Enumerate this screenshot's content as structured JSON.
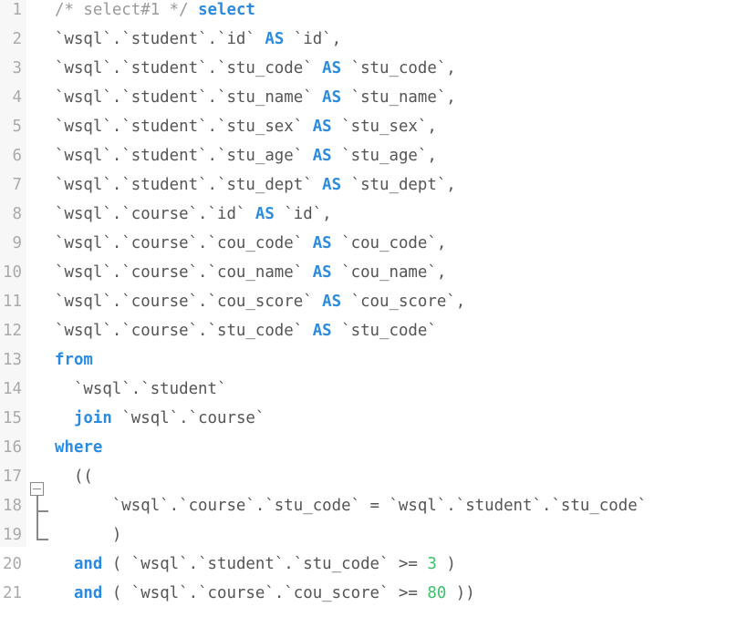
{
  "editor": {
    "lines": [
      {
        "n": "1",
        "segments": [
          {
            "t": "cm",
            "v": "/* select#1 */ "
          },
          {
            "t": "kw",
            "v": "select"
          }
        ]
      },
      {
        "n": "2",
        "segments": [
          {
            "t": "tx",
            "v": "`wsql`.`student`.`id` "
          },
          {
            "t": "kw",
            "v": "AS"
          },
          {
            "t": "tx",
            "v": " `id`,"
          }
        ]
      },
      {
        "n": "3",
        "segments": [
          {
            "t": "tx",
            "v": "`wsql`.`student`.`stu_code` "
          },
          {
            "t": "kw",
            "v": "AS"
          },
          {
            "t": "tx",
            "v": " `stu_code`,"
          }
        ]
      },
      {
        "n": "4",
        "segments": [
          {
            "t": "tx",
            "v": "`wsql`.`student`.`stu_name` "
          },
          {
            "t": "kw",
            "v": "AS"
          },
          {
            "t": "tx",
            "v": " `stu_name`,"
          }
        ]
      },
      {
        "n": "5",
        "segments": [
          {
            "t": "tx",
            "v": "`wsql`.`student`.`stu_sex` "
          },
          {
            "t": "kw",
            "v": "AS"
          },
          {
            "t": "tx",
            "v": " `stu_sex`,"
          }
        ]
      },
      {
        "n": "6",
        "segments": [
          {
            "t": "tx",
            "v": "`wsql`.`student`.`stu_age` "
          },
          {
            "t": "kw",
            "v": "AS"
          },
          {
            "t": "tx",
            "v": " `stu_age`,"
          }
        ]
      },
      {
        "n": "7",
        "segments": [
          {
            "t": "tx",
            "v": "`wsql`.`student`.`stu_dept` "
          },
          {
            "t": "kw",
            "v": "AS"
          },
          {
            "t": "tx",
            "v": " `stu_dept`,"
          }
        ]
      },
      {
        "n": "8",
        "segments": [
          {
            "t": "tx",
            "v": "`wsql`.`course`.`id` "
          },
          {
            "t": "kw",
            "v": "AS"
          },
          {
            "t": "tx",
            "v": " `id`,"
          }
        ]
      },
      {
        "n": "9",
        "segments": [
          {
            "t": "tx",
            "v": "`wsql`.`course`.`cou_code` "
          },
          {
            "t": "kw",
            "v": "AS"
          },
          {
            "t": "tx",
            "v": " `cou_code`,"
          }
        ]
      },
      {
        "n": "10",
        "segments": [
          {
            "t": "tx",
            "v": "`wsql`.`course`.`cou_name` "
          },
          {
            "t": "kw",
            "v": "AS"
          },
          {
            "t": "tx",
            "v": " `cou_name`,"
          }
        ]
      },
      {
        "n": "11",
        "segments": [
          {
            "t": "tx",
            "v": "`wsql`.`course`.`cou_score` "
          },
          {
            "t": "kw",
            "v": "AS"
          },
          {
            "t": "tx",
            "v": " `cou_score`,"
          }
        ]
      },
      {
        "n": "12",
        "segments": [
          {
            "t": "tx",
            "v": "`wsql`.`course`.`stu_code` "
          },
          {
            "t": "kw",
            "v": "AS"
          },
          {
            "t": "tx",
            "v": " `stu_code`"
          }
        ]
      },
      {
        "n": "13",
        "segments": [
          {
            "t": "kw",
            "v": "from"
          }
        ]
      },
      {
        "n": "14",
        "segments": [
          {
            "t": "tx",
            "v": "  `wsql`.`student`"
          }
        ]
      },
      {
        "n": "15",
        "segments": [
          {
            "t": "tx",
            "v": "  "
          },
          {
            "t": "kw",
            "v": "join"
          },
          {
            "t": "tx",
            "v": " `wsql`.`course`"
          }
        ]
      },
      {
        "n": "16",
        "segments": [
          {
            "t": "kw",
            "v": "where"
          }
        ]
      },
      {
        "n": "17",
        "segments": [
          {
            "t": "tx",
            "v": "  (("
          }
        ]
      },
      {
        "n": "18",
        "segments": [
          {
            "t": "tx",
            "v": "      `wsql`.`course`.`stu_code` = `wsql`.`student`.`stu_code`"
          }
        ]
      },
      {
        "n": "19",
        "segments": [
          {
            "t": "tx",
            "v": "      )"
          }
        ]
      },
      {
        "n": "20",
        "segments": [
          {
            "t": "tx",
            "v": "  "
          },
          {
            "t": "kw",
            "v": "and"
          },
          {
            "t": "tx",
            "v": " ( `wsql`.`student`.`stu_code` >= "
          },
          {
            "t": "num",
            "v": "3"
          },
          {
            "t": "tx",
            "v": " )"
          }
        ]
      },
      {
        "n": "21",
        "segments": [
          {
            "t": "tx",
            "v": "  "
          },
          {
            "t": "kw",
            "v": "and"
          },
          {
            "t": "tx",
            "v": " ( `wsql`.`course`.`cou_score` >= "
          },
          {
            "t": "num",
            "v": "80"
          },
          {
            "t": "tx",
            "v": " ))"
          }
        ]
      }
    ],
    "fold": {
      "start_line": "17",
      "end_line": "21",
      "icon": "fold-collapse-icon"
    },
    "colors": {
      "keyword": "#2a8be0",
      "comment": "#999999",
      "number": "#3cc06a",
      "text": "#555555",
      "line_number": "#aaaaaa",
      "gutter_bg": "#f7f7f7"
    }
  }
}
